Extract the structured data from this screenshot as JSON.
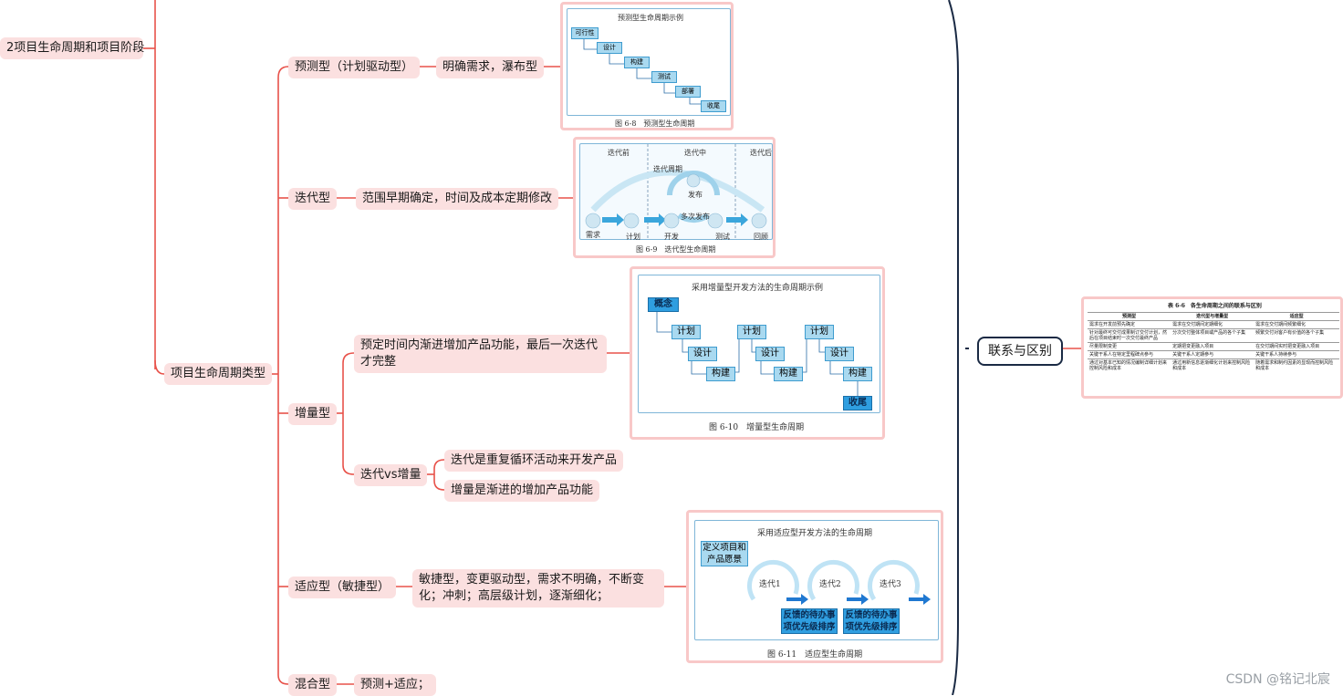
{
  "nodes": {
    "stage": "2项目生命周期和项目阶段",
    "types": "项目生命周期类型",
    "predictive": "预测型（计划驱动型）",
    "predictive_desc": "明确需求，瀑布型",
    "iterative": "迭代型",
    "iterative_desc": "范围早期确定，时间及成本定期修改",
    "incremental": "增量型",
    "incremental_desc": "预定时间内渐进增加产品功能，最后一次迭代才完整",
    "iter_vs_inc": "迭代vs增量",
    "iter_vs_inc_1": "迭代是重复循环活动来开发产品",
    "iter_vs_inc_2": "增量是渐进的增加产品功能",
    "adaptive": "适应型（敏捷型）",
    "adaptive_desc": "敏捷型，变更驱动型，需求不明确，不断变化；冲刺；高层级计划，逐渐细化；",
    "hybrid": "混合型",
    "hybrid_desc": "预测+适应；",
    "relation": "联系与区别"
  },
  "fig8": {
    "title": "预测型生命周期示例",
    "steps": [
      "可行性",
      "设计",
      "构建",
      "测试",
      "部署",
      "收尾"
    ],
    "caption": "图 6-8　预测型生命周期"
  },
  "fig9": {
    "before": "迭代前",
    "during": "迭代中",
    "after": "迭代后",
    "cycle": "迭代周期",
    "release": "发布",
    "multi_release": "多次发布",
    "req": "需求",
    "plan": "计划",
    "dev": "开发",
    "test": "测试",
    "review": "回顾",
    "caption": "图 6-9　迭代型生命周期"
  },
  "fig10": {
    "title": "采用增量型开发方法的生命周期示例",
    "concept": "概念",
    "plan": "计划",
    "design": "设计",
    "build": "构建",
    "close": "收尾",
    "caption": "图 6-10　增量型生命周期"
  },
  "fig11": {
    "title": "采用适应型开发方法的生命周期",
    "define": "定义项目和产品愿景",
    "it1": "迭代1",
    "it2": "迭代2",
    "it3": "迭代3",
    "backlog": "反馈的待办事项优先级排序",
    "caption": "图 6-11　适应型生命周期"
  },
  "table": {
    "title": "表 6-6　各生命周期之间的联系与区别",
    "headers": [
      "预测型",
      "迭代型与增量型",
      "适应型"
    ],
    "rows": [
      [
        "需求在开发前预先确定",
        "需求在交付期间定期细化",
        "需求在交付期间频繁细化"
      ],
      [
        "针对最终可交付成果制订交付计划，然后在项目结束时一次交付最终产品",
        "分次交付整体项目或产品的各个子集",
        "频繁交付对客户有价值的各个子集"
      ],
      [
        "尽量限制变更",
        "定期把变更融入项目",
        "在交付期间实时把变更融入项目"
      ],
      [
        "关键干系人在特定里程碑点参与",
        "关键干系人定期参与",
        "关键干系人持续参与"
      ],
      [
        "通过对基本已知的情况编制详细计划来控制风险和成本",
        "通过用新信息逐渐细化计划来控制风险和成本",
        "随着需求和制约因素的显现而控制风险和成本"
      ]
    ]
  },
  "watermark": "CSDN @铭记北宸",
  "colors": {
    "line": "#e8524a",
    "node_bg": "#fbe0e0",
    "card_border": "#f8c8c8",
    "accent_blue": "#2f9ee0"
  }
}
